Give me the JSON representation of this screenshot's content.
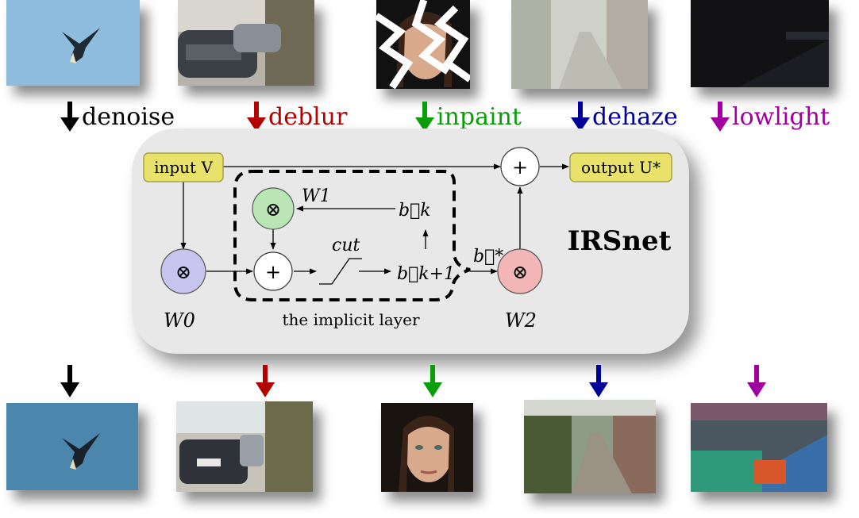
{
  "tasks": [
    {
      "label": "denoise",
      "color": "#000000"
    },
    {
      "label": "deblur",
      "color": "#b30000"
    },
    {
      "label": "inpaint",
      "color": "#0a9e0a"
    },
    {
      "label": "dehaze",
      "color": "#000099"
    },
    {
      "label": "lowlight",
      "color": "#a000a0"
    }
  ],
  "diagram": {
    "title": "IRSnet",
    "input_label": "input V",
    "output_label": "output U*",
    "implicit_layer_label": "the implicit layer",
    "cut_label": "cut",
    "plus_symbol": "+",
    "otimes_symbol": "⊗",
    "w0": "W0",
    "w1": "W1",
    "w2": "W2",
    "b_k": "b⃗k",
    "b_k1": "b⃗k+1",
    "b_star": "b⃗*"
  },
  "colors": {
    "panel_bg": "#e8e8e8",
    "io_box_fill": "#e9e26a",
    "io_box_stroke": "#a8a14a",
    "w0_node": "#c8c4f0",
    "w1_node": "#b9e6b4",
    "w2_node": "#f2b6b6",
    "plus_node": "#ffffff"
  }
}
